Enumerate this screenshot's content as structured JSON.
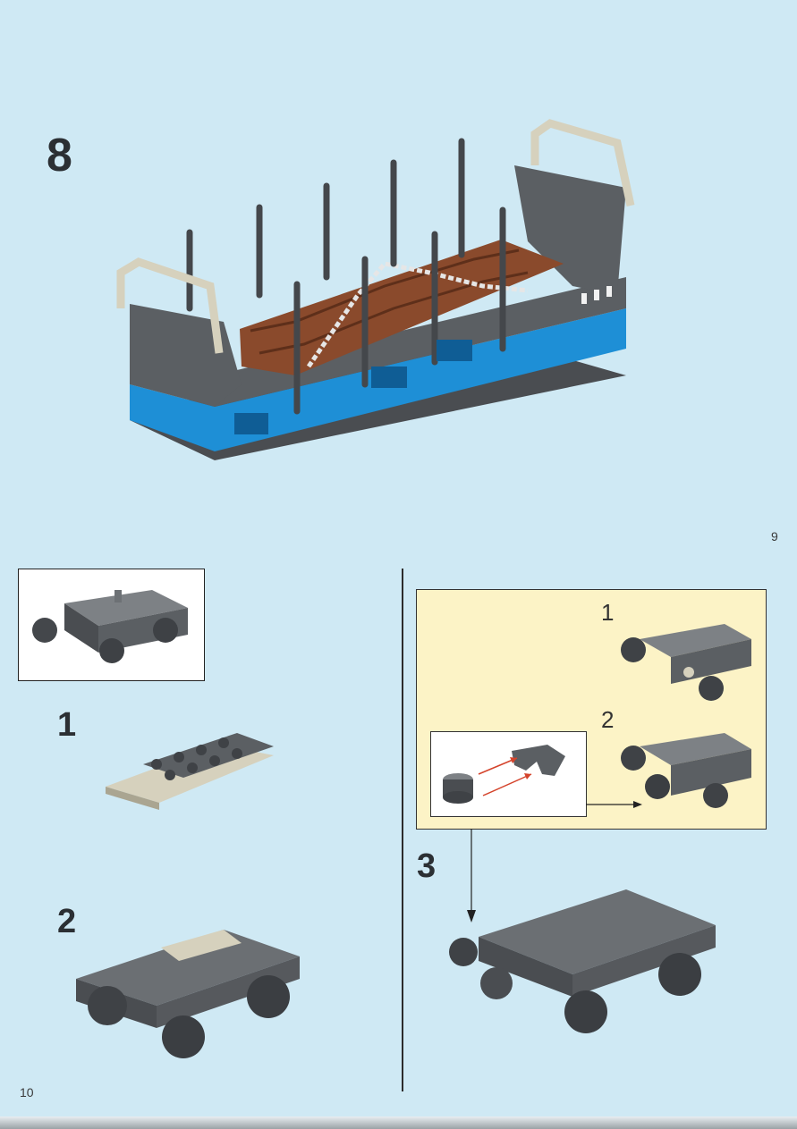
{
  "page_left": {
    "main_step": "8",
    "page_number": "9"
  },
  "page_right": {
    "page_number": "10",
    "left_column": {
      "step1": "1",
      "step2": "2"
    },
    "right_column": {
      "substep1": "1",
      "substep2": "2",
      "step3": "3"
    }
  },
  "colors": {
    "background": "#cfe9f4",
    "dark_gray": "#5b5f63",
    "blue": "#1e8fd6",
    "brown": "#8a4a2c",
    "tan": "#d6d1bd",
    "callout_yellow": "#fcf3c6",
    "arrow_red": "#d4432b"
  },
  "icons": [
    "train-car-illustration",
    "bogie-illustration",
    "plate-illustration",
    "wheel-assembly-illustration",
    "arrow-icon"
  ]
}
